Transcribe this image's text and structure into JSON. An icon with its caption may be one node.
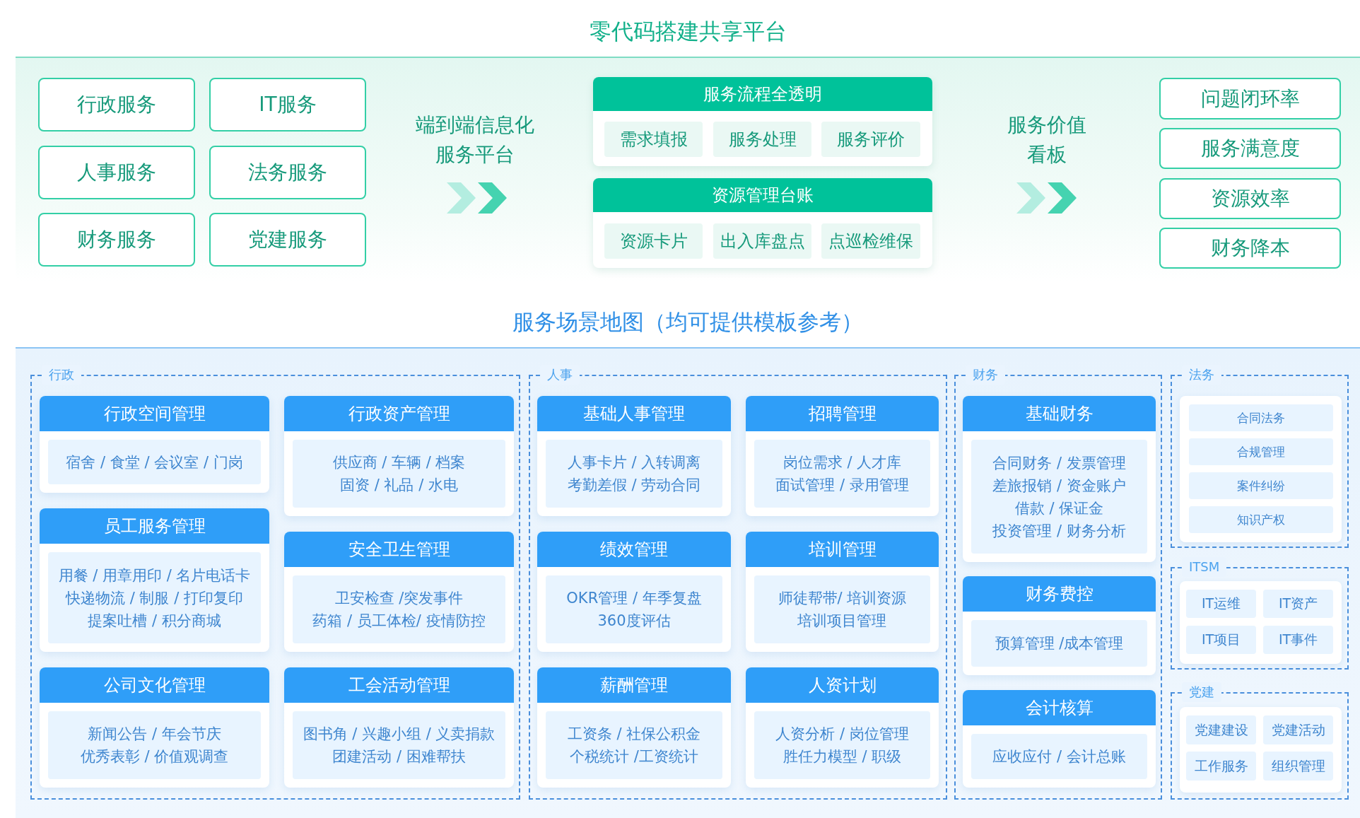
{
  "diagram": {
    "nodes": [
      {
        "text": [
          "零代码搭建共享平台"
        ]
      },
      {
        "text": [
          "行政服务"
        ],
        "in": 0
      },
      {
        "text": [
          "IT服务"
        ],
        "in": 0
      },
      {
        "text": [
          "人事服务"
        ],
        "in": 0
      },
      {
        "text": [
          "法务服务"
        ],
        "in": 0
      },
      {
        "text": [
          "财务服务"
        ],
        "in": 0
      },
      {
        "text": [
          "党建服务"
        ],
        "in": 0
      },
      {
        "text": [
          "服务流程全透明"
        ],
        "in": 0
      },
      {
        "text": [
          "需求填报"
        ],
        "in": 7
      },
      {
        "text": [
          "服务处理"
        ],
        "in": 7
      },
      {
        "text": [
          "服务评价"
        ],
        "in": 7
      },
      {
        "text": [
          "资源管理台账"
        ],
        "in": 0
      },
      {
        "text": [
          "资源卡片"
        ],
        "in": 11
      },
      {
        "text": [
          "出入库盘点"
        ],
        "in": 11
      },
      {
        "text": [
          "点巡检维保"
        ],
        "in": 11
      },
      {
        "text": [
          "问题闭环率"
        ],
        "in": 0
      },
      {
        "text": [
          "服务满意度"
        ],
        "in": 0
      },
      {
        "text": [
          "资源效率"
        ],
        "in": 0
      },
      {
        "text": [
          "财务降本"
        ],
        "in": 0
      },
      {
        "text": [
          "服务场景地图（均可提供模板参考）"
        ]
      },
      {
        "text": [
          "行政"
        ],
        "in": 19
      },
      {
        "text": [
          "行政空间管理",
          "宿舍 / 食堂 / 会议室 / 门岗"
        ],
        "in": 20
      },
      {
        "text": [
          "行政资产管理",
          "供应商 / 车辆 / 档案固资 / 礼品 / 水电"
        ],
        "in": 20
      },
      {
        "text": [
          "员工服务管理",
          "用餐 / 用章用印 / 名片电话卡快递物流 / 制服 / 打印复印提案吐槽 / 积分商城"
        ],
        "in": 20
      },
      {
        "text": [
          "安全卫生管理",
          "卫安检查 /突发事件药箱 / 员工体检/ 疫情防控"
        ],
        "in": 20
      },
      {
        "text": [
          "公司文化管理",
          "新闻公告 / 年会节庆优秀表彰 / 价值观调查"
        ],
        "in": 20
      },
      {
        "text": [
          "工会活动管理",
          "图书角 / 兴趣小组 / 义卖捐款团建活动 / 困难帮扶"
        ],
        "in": 20
      },
      {
        "text": [
          "人事"
        ],
        "in": 19
      },
      {
        "text": [
          "基础人事管理",
          "人事卡片 / 入转调离考勤差假 / 劳动合同"
        ],
        "in": 27
      },
      {
        "text": [
          "招聘管理",
          "岗位需求 / 人才库面试管理 / 录用管理"
        ],
        "in": 27
      },
      {
        "text": [
          "绩效管理",
          "OKR管理 / 年季复盘360度评估"
        ],
        "in": 27
      },
      {
        "text": [
          "培训管理",
          "师徒帮带/ 培训资源培训项目管理"
        ],
        "in": 27
      },
      {
        "text": [
          "薪酬管理",
          "工资条 / 社保公积金个税统计 /工资统计"
        ],
        "in": 27
      },
      {
        "text": [
          "人资计划",
          "人资分析 / 岗位管理胜任力模型 / 职级"
        ],
        "in": 27
      },
      {
        "text": [
          "财务"
        ],
        "in": 19
      },
      {
        "text": [
          "基础财务",
          "合同财务 / 发票管理差旅报销 / 资金账户借款 / 保证金投资管理 / 财务分析"
        ],
        "in": 34
      },
      {
        "text": [
          "财务费控",
          "预算管理 /成本管理"
        ],
        "in": 34
      },
      {
        "text": [
          "会计核算",
          "应收应付 / 会计总账"
        ],
        "in": 34
      },
      {
        "text": [
          "法务"
        ],
        "in": 19
      },
      {
        "text": [],
        "shape": "box",
        "in": 38
      },
      {
        "text": [
          "合同法务"
        ],
        "in": 39
      },
      {
        "text": [
          "合规管理"
        ],
        "in": 39
      },
      {
        "text": [
          "案件纠纷"
        ],
        "in": 39
      },
      {
        "text": [
          "知识产权"
        ],
        "in": 39
      },
      {
        "text": [
          "ITSM"
        ],
        "in": 19
      },
      {
        "text": [],
        "shape": "box",
        "in": 44
      },
      {
        "text": [
          "IT运维"
        ],
        "in": 45
      },
      {
        "text": [
          "IT资产"
        ],
        "in": 45
      },
      {
        "text": [
          "IT项目"
        ],
        "in": 45
      },
      {
        "text": [
          "IT事件"
        ],
        "in": 45
      },
      {
        "text": [
          "党建"
        ],
        "in": 19
      },
      {
        "text": [],
        "shape": "box",
        "in": 50
      },
      {
        "text": [
          "党建建设"
        ],
        "in": 51
      },
      {
        "text": [
          "党建活动"
        ],
        "in": 51
      },
      {
        "text": [
          "工作服务"
        ],
        "in": 51
      },
      {
        "text": [
          "组织管理"
        ],
        "in": 51
      }
    ],
    "labels": [
      "端到端信息化服务平台",
      "服务价值看板"
    ]
  }
}
